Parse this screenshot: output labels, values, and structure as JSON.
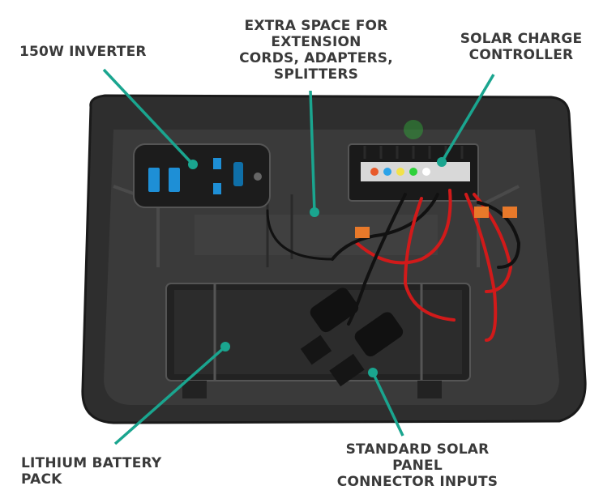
{
  "labels": {
    "inverter": "150W INVERTER",
    "extra_space": "EXTRA SPACE FOR\nEXTENSION\nCORDS, ADAPTERS,\nSPLITTERS",
    "charge_controller": "SOLAR CHARGE\nCONTROLLER",
    "battery": "LITHIUM BATTERY PACK",
    "connector_inputs": "STANDARD SOLAR PANEL\nCONNECTOR INPUTS"
  },
  "colors": {
    "callout": "#1aa58f",
    "label_text": "#3a3a3a",
    "box": "#2b2b2b",
    "wire_red": "#d11a1a",
    "wire_black": "#111111",
    "usb_blue": "#1e8fd6",
    "led_green": "#2ed13a"
  }
}
